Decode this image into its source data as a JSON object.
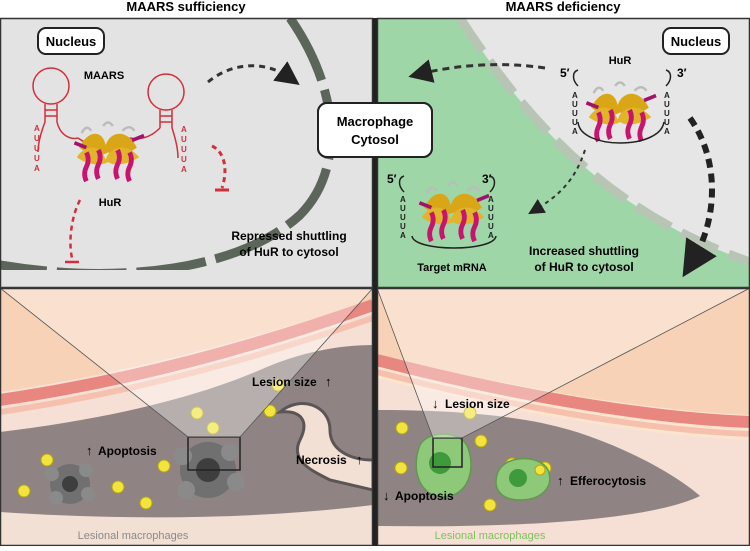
{
  "headers": {
    "left": "MAARS sufficiency",
    "right": "MAARS deficiency"
  },
  "labels": {
    "nucleus_left": "Nucleus",
    "nucleus_right": "Nucleus",
    "maars": "MAARS",
    "hur_left": "HuR",
    "hur_right_top": "HuR",
    "cytosol_line1": "Macrophage",
    "cytosol_line2": "Cytosol",
    "repressed_line1": "Repressed shuttling",
    "repressed_line2": "of HuR to cytosol",
    "increased_line1": "Increased shuttling",
    "increased_line2": "of HuR to cytosol",
    "target_mrna": "Target mRNA",
    "five_prime": "5′",
    "three_prime": "3′",
    "are_seq": [
      "A",
      "U",
      "U",
      "U",
      "A"
    ],
    "lesion_size_left": "Lesion size",
    "lesion_size_right": "Lesion size",
    "apoptosis_left": "Apoptosis",
    "apoptosis_right": "Apoptosis",
    "necrosis": "Necrosis",
    "efferocytosis": "Efferocytosis",
    "lesional_left": "Lesional macrophages",
    "lesional_right": "Lesional macrophages",
    "arrow_up": "↑",
    "arrow_down": "↓"
  },
  "colors": {
    "left_panel_bg": "#e3e3e3",
    "right_panel_bg": "#9fd6a8",
    "nucleus_right_fill": "#e6e6e6",
    "nuclear_membrane": "#5b6559",
    "rna_red": "#d22f3c",
    "hur_gold": "#d9a618",
    "hur_magenta": "#c8146f",
    "vessel_outer": "#f7dcc3",
    "endothelium": "#e88780",
    "plaque": "#8f8483",
    "macrophage_green": "#8ec97a",
    "macrophage_gray": "#707070",
    "lipid_yellow": "#f2e33d"
  }
}
